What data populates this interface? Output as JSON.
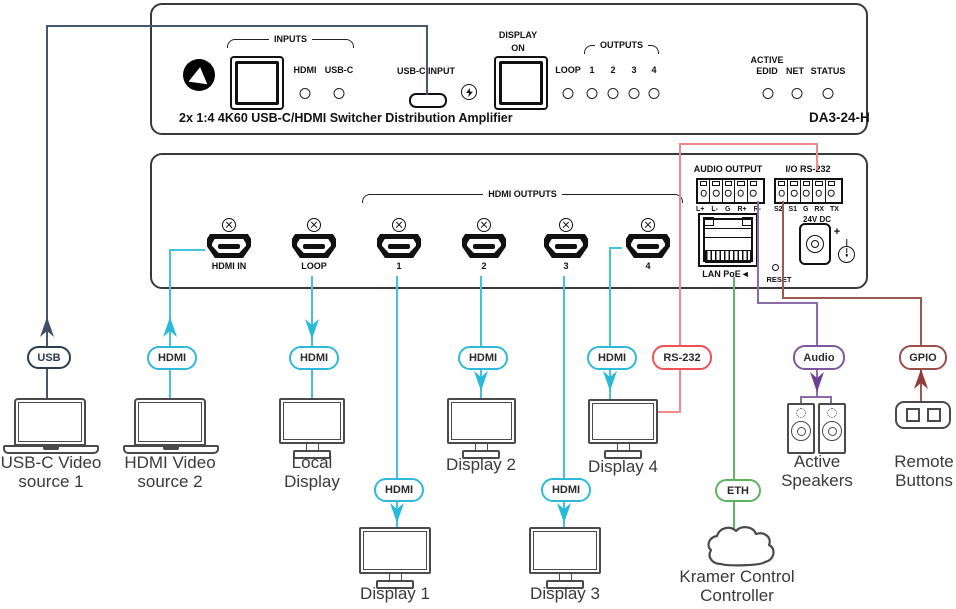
{
  "front": {
    "inputs_group_label": "INPUTS",
    "hdmi_led_label": "HDMI",
    "usbc_led_label": "USB-C",
    "usbc_input_label": "USB-C INPUT",
    "display_on_label_1": "DISPLAY",
    "display_on_label_2": "ON",
    "outputs_group_label": "OUTPUTS",
    "output_led_labels": [
      "LOOP",
      "1",
      "2",
      "3",
      "4"
    ],
    "active_edid_label_1": "ACTIVE",
    "active_edid_label_2": "EDID",
    "net_label": "NET",
    "status_label": "STATUS",
    "product_name": "2x 1:4 4K60 USB-C/HDMI Switcher Distribution Amplifier",
    "model": "DA3-24-H"
  },
  "rear": {
    "hdmi_outputs_group_label": "HDMI OUTPUTS",
    "port_labels": [
      "HDMI IN",
      "LOOP",
      "1",
      "2",
      "3",
      "4"
    ],
    "audio_label": "AUDIO OUTPUT",
    "audio_pins": [
      "L+",
      "L-",
      "G",
      "R+",
      "R-"
    ],
    "rs232_label": "I/O RS-232",
    "rs232_pins": [
      "S2",
      "S1",
      "G",
      "RX",
      "TX"
    ],
    "dc_label": "24V DC",
    "plus_label": "+",
    "lan_label": "LAN PoE◄",
    "reset_label": "RESET"
  },
  "badges": {
    "usb": "USB",
    "hdmi": "HDMI",
    "rs232": "RS-232",
    "audio": "Audio",
    "gpio": "GPIO",
    "eth": "ETH"
  },
  "devices": {
    "source1": {
      "line1": "USB-C Video",
      "line2": "source 1"
    },
    "source2": {
      "line1": "HDMI Video",
      "line2": "source 2"
    },
    "local_display": {
      "line1": "Local",
      "line2": "Display"
    },
    "display1": {
      "label": "Display 1"
    },
    "display2": {
      "label": "Display 2"
    },
    "display3": {
      "label": "Display 3"
    },
    "display4": {
      "label": "Display 4"
    },
    "speakers": {
      "line1": "Active",
      "line2": "Speakers"
    },
    "remote": {
      "line1": "Remote",
      "line2": "Buttons"
    },
    "controller": {
      "line1": "Kramer Control",
      "line2": "Controller"
    }
  },
  "colors": {
    "usb_cable": "#46566e",
    "hdmi_cable": "#45c2dd",
    "rs232_cable": "#f0898c",
    "rs232_badge": "#ef5056",
    "audio_cable": "#8d6ba8",
    "audio_arrow": "#6d4191",
    "gpio_cable": "#9a5a52",
    "gpio_arrow": "#8f3d3c",
    "eth_cable": "#62b563",
    "panel_outline": "#3a3a3a"
  }
}
